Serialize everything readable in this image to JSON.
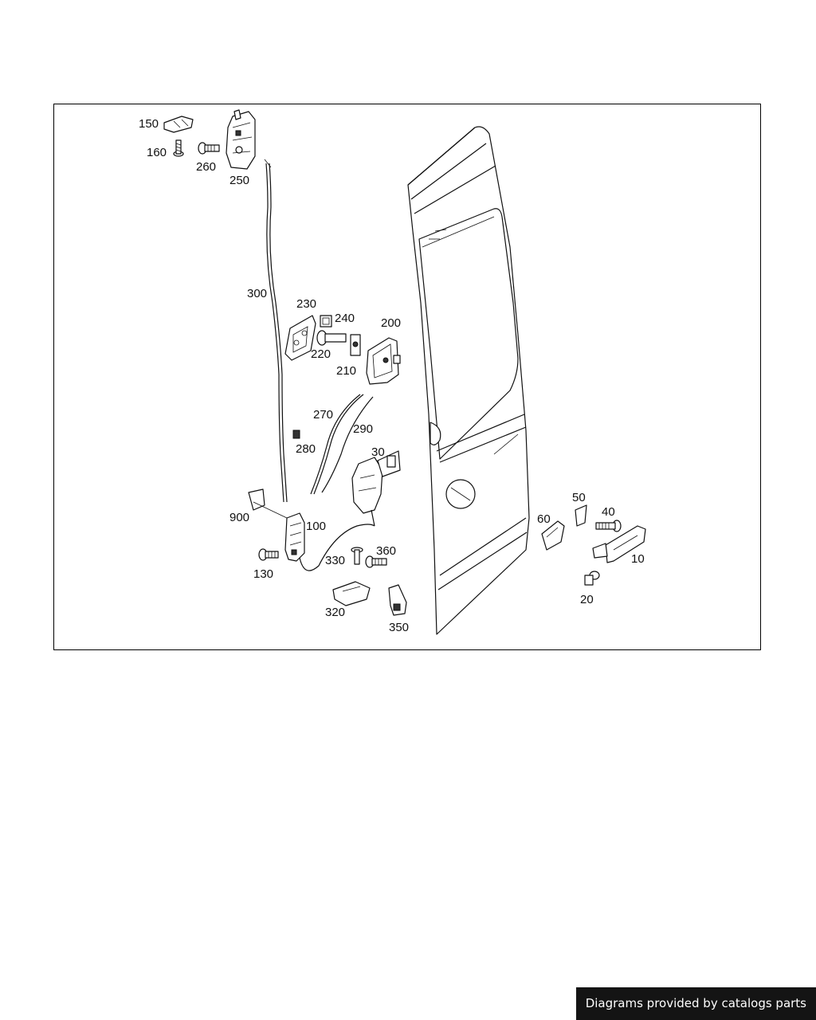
{
  "diagram": {
    "callouts": {
      "p150": "150",
      "p160": "160",
      "p260": "260",
      "p250": "250",
      "p300": "300",
      "p230": "230",
      "p240": "240",
      "p220": "220",
      "p210": "210",
      "p200": "200",
      "p270": "270",
      "p290": "290",
      "p280": "280",
      "p30": "30",
      "p900": "900",
      "p100": "100",
      "p130": "130",
      "p330": "330",
      "p360": "360",
      "p320": "320",
      "p350": "350",
      "p60": "60",
      "p50": "50",
      "p40": "40",
      "p10": "10",
      "p20": "20"
    }
  },
  "footer": {
    "credit": "Diagrams provided by catalogs parts"
  }
}
